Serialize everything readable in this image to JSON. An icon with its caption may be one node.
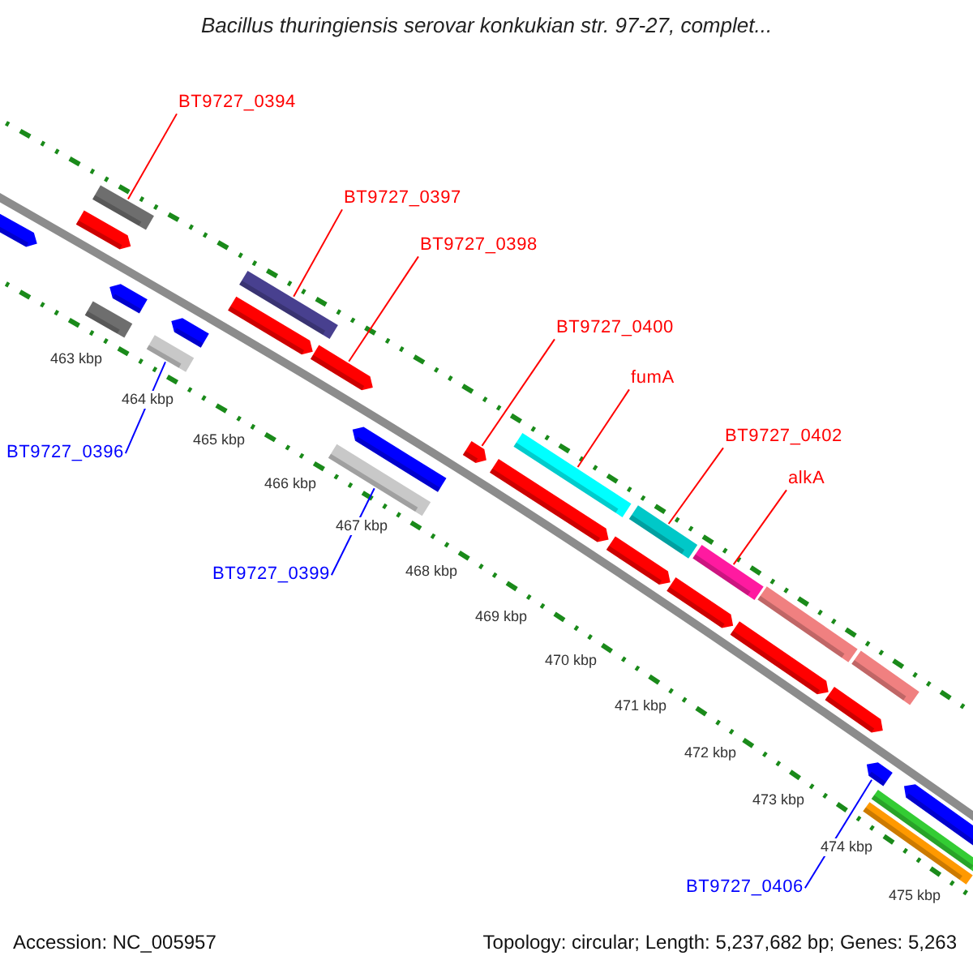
{
  "diagram": {
    "title": "Bacillus thuringiensis serovar konkukian str. 97-27, complet...",
    "nodes": [
      {
        "text": [
          "BT9727_0394"
        ]
      },
      {
        "text": [
          "BT9727_0397"
        ]
      },
      {
        "text": [
          "BT9727_0398"
        ]
      },
      {
        "text": [
          "BT9727_0400"
        ]
      },
      {
        "text": [
          "fumA"
        ]
      },
      {
        "text": [
          "BT9727_0402"
        ]
      },
      {
        "text": [
          "alkA"
        ]
      },
      {
        "text": [
          "BT9727_0396"
        ]
      },
      {
        "text": [
          "BT9727_0399"
        ]
      },
      {
        "text": [
          "BT9727_0406"
        ]
      },
      {
        "text": [],
        "shape": "bar"
      },
      {
        "text": [],
        "shape": "bar"
      },
      {
        "text": [],
        "shape": "bar"
      },
      {
        "text": [],
        "shape": "bar"
      },
      {
        "text": [],
        "shape": "bar"
      },
      {
        "text": [],
        "shape": "bar"
      },
      {
        "text": [],
        "shape": "bar"
      },
      {
        "text": [],
        "shape": "bar"
      },
      {
        "text": [],
        "shape": "bar"
      },
      {
        "text": [],
        "shape": "bar"
      },
      {
        "text": [],
        "shape": "bar"
      },
      {
        "text": [],
        "shape": "bar"
      },
      {
        "text": [],
        "shape": "bar"
      },
      {
        "text": [],
        "shape": "bar"
      },
      {
        "text": [],
        "shape": "bar"
      },
      {
        "text": [],
        "shape": "bar"
      },
      {
        "text": [],
        "shape": "bar"
      },
      {
        "text": [],
        "shape": "bar"
      },
      {
        "text": [],
        "shape": "bar"
      },
      {
        "text": [],
        "shape": "bar"
      },
      {
        "text": [],
        "shape": "bar"
      },
      {
        "text": [],
        "shape": "bar"
      },
      {
        "text": [],
        "shape": "bar"
      },
      {
        "text": [],
        "shape": "bar"
      },
      {
        "text": [],
        "shape": "bar"
      },
      {
        "text": [],
        "shape": "bar"
      },
      {
        "text": [],
        "shape": "bar"
      }
    ],
    "edges": [
      {
        "from": 0,
        "to": 13,
        "arrow": "none"
      },
      {
        "from": 1,
        "to": 18,
        "arrow": "none"
      },
      {
        "from": 2,
        "to": 19,
        "arrow": "none"
      },
      {
        "from": 3,
        "to": 22,
        "arrow": "none"
      },
      {
        "from": 4,
        "to": 24,
        "arrow": "none"
      },
      {
        "from": 5,
        "to": 26,
        "arrow": "none"
      },
      {
        "from": 6,
        "to": 28,
        "arrow": "none"
      },
      {
        "from": 7,
        "to": 15,
        "arrow": "none",
        "color": "#0000ff"
      },
      {
        "from": 8,
        "to": 20,
        "arrow": "none",
        "color": "#0000ff"
      },
      {
        "from": 9,
        "to": 32,
        "arrow": "none",
        "color": "#0000ff"
      }
    ],
    "labels": [
      "463 kbp",
      "464 kbp",
      "465 kbp",
      "466 kbp",
      "467 kbp",
      "468 kbp",
      "469 kbp",
      "470 kbp",
      "471 kbp",
      "472 kbp",
      "473 kbp",
      "474 kbp",
      "475 kbp",
      "Accession: NC_005957",
      "Topology: circular; Length: 5,237,682 bp; Genes: 5,263"
    ]
  }
}
